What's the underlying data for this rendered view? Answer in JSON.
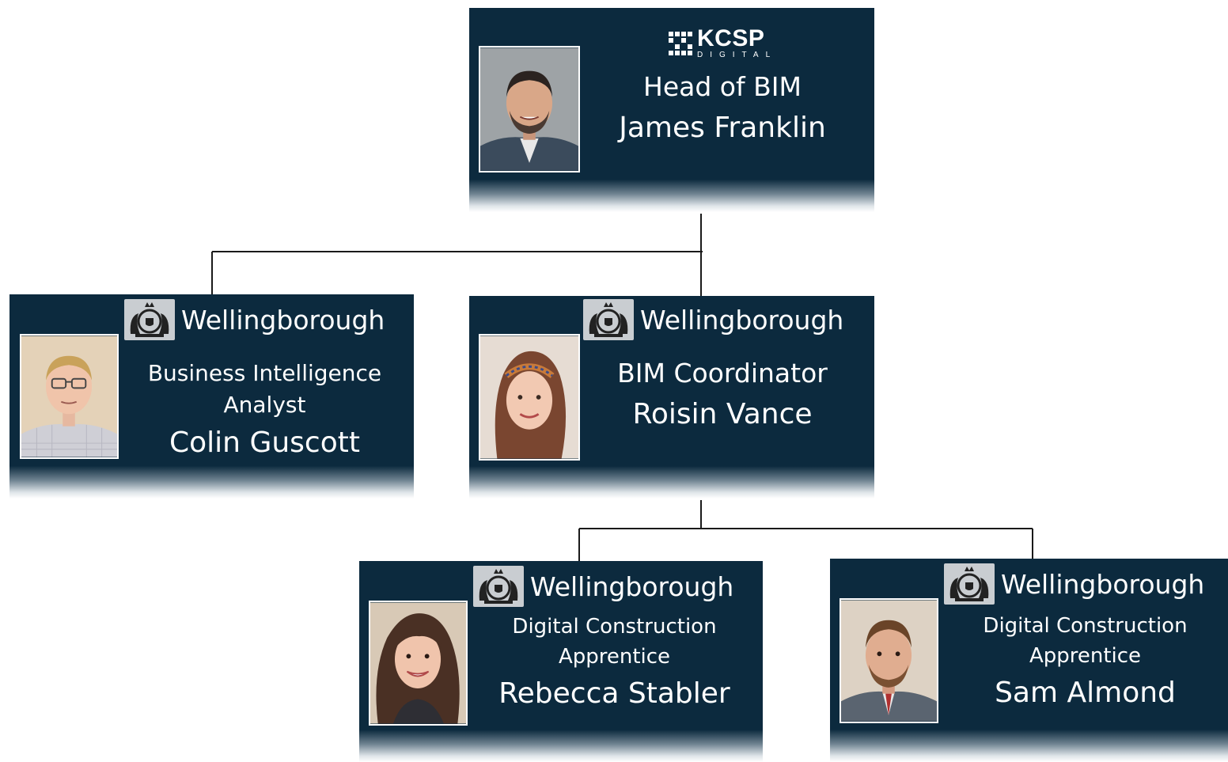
{
  "theme": {
    "card_color": "#0c2a3e",
    "text_color": "#ffffff",
    "connector_color": "#1a1a1a",
    "crest_bg": "#c9cdd1"
  },
  "head": {
    "logo_text": "KCSP",
    "logo_subtext": "DIGITAL",
    "role": "Head of BIM",
    "name": "James Franklin",
    "photo_icon": "person-photo"
  },
  "members": [
    {
      "organisation": "Wellingborough",
      "crest_icon": "royal-crest-icon",
      "role_lines": [
        "Business Intelligence",
        "Analyst"
      ],
      "name": "Colin Guscott"
    },
    {
      "organisation": "Wellingborough",
      "crest_icon": "royal-crest-icon",
      "role_lines": [
        "BIM Coordinator"
      ],
      "name": "Roisin Vance"
    },
    {
      "organisation": "Wellingborough",
      "crest_icon": "royal-crest-icon",
      "role_lines": [
        "Digital Construction",
        "Apprentice"
      ],
      "name": "Rebecca Stabler"
    },
    {
      "organisation": "Wellingborough",
      "crest_icon": "royal-crest-icon",
      "role_lines": [
        "Digital Construction",
        "Apprentice"
      ],
      "name": "Sam Almond"
    }
  ]
}
